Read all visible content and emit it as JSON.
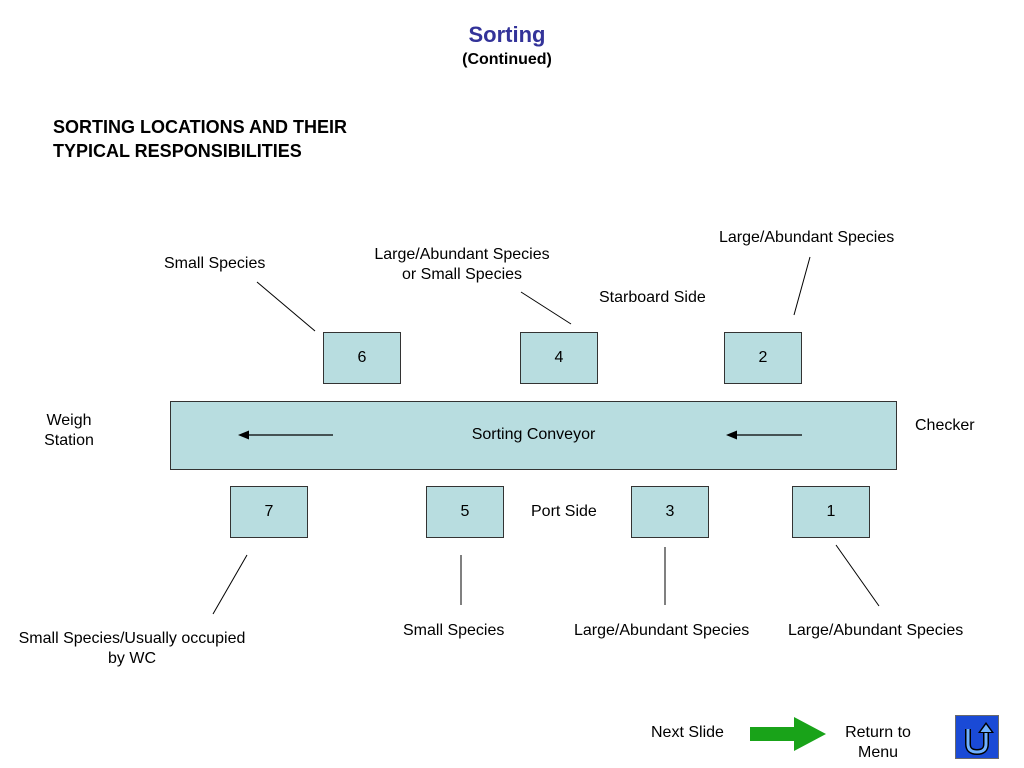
{
  "slide": {
    "title": "Sorting",
    "subtitle": "(Continued)",
    "heading_line1": "SORTING LOCATIONS AND THEIR",
    "heading_line2": "TYPICAL RESPONSIBILITIES"
  },
  "diagram": {
    "conveyor_label": "Sorting Conveyor",
    "weigh_station_line1": "Weigh",
    "weigh_station_line2": "Station",
    "checker": "Checker",
    "starboard_side": "Starboard Side",
    "port_side": "Port Side",
    "stations": {
      "s1": "1",
      "s2": "2",
      "s3": "3",
      "s4": "4",
      "s5": "5",
      "s6": "6",
      "s7": "7"
    },
    "callouts": {
      "c6": "Small Species",
      "c4_line1": "Large/Abundant Species",
      "c4_line2": "or Small Species",
      "c2": "Large/Abundant Species",
      "c7_line1": "Small Species/Usually occupied",
      "c7_line2": "by WC",
      "c5": "Small Species",
      "c3": "Large/Abundant Species",
      "c1": "Large/Abundant Species"
    }
  },
  "navigation": {
    "next_slide": "Next Slide",
    "return_line1": "Return to",
    "return_line2": "Menu",
    "arrow_color": "#19a319",
    "return_button_color": "#1a4ad6",
    "return_icon": "u-turn-arrow-icon"
  },
  "colors": {
    "title": "#333399",
    "box_fill": "#b8dde0"
  }
}
